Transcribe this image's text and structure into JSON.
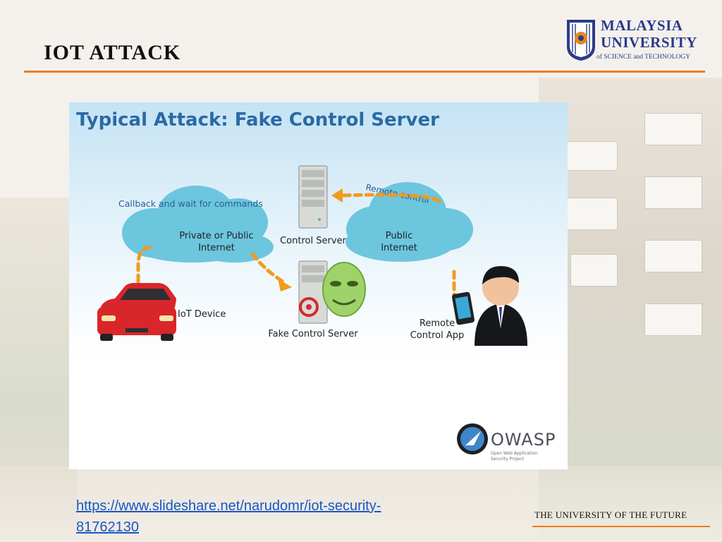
{
  "slide": {
    "title": "IOT ATTACK",
    "source_link": "https://www.slideshare.net/narudomr/iot-security-81762130",
    "tagline": "THE UNIVERSITY OF THE FUTURE"
  },
  "logo": {
    "line1": "MALAYSIA",
    "line2": "UNIVERSITY",
    "line3": "of SCIENCE and TECHNOLOGY"
  },
  "diagram": {
    "heading": "Typical Attack: Fake Control Server",
    "callback_label": "Callback and wait for commands",
    "private_internet_line1": "Private or Public",
    "private_internet_line2": "Internet",
    "control_server_label": "Control Server",
    "remote_control_label": "Remote control",
    "public_internet_line1": "Public",
    "public_internet_line2": "Internet",
    "iot_device_label": "IoT Device",
    "fake_server_label": "Fake Control Server",
    "remote_app_line1": "Remote",
    "remote_app_line2": "Control App",
    "owasp_name": "OWASP",
    "owasp_sub_line1": "Open Web Application",
    "owasp_sub_line2": "Security Project"
  },
  "colors": {
    "accent_orange": "#f07b1a",
    "brand_blue": "#2b3a8c",
    "arrow_orange": "#f29a1e",
    "cloud_blue": "#6cc6dd",
    "heading_blue": "#2a6aa4"
  }
}
